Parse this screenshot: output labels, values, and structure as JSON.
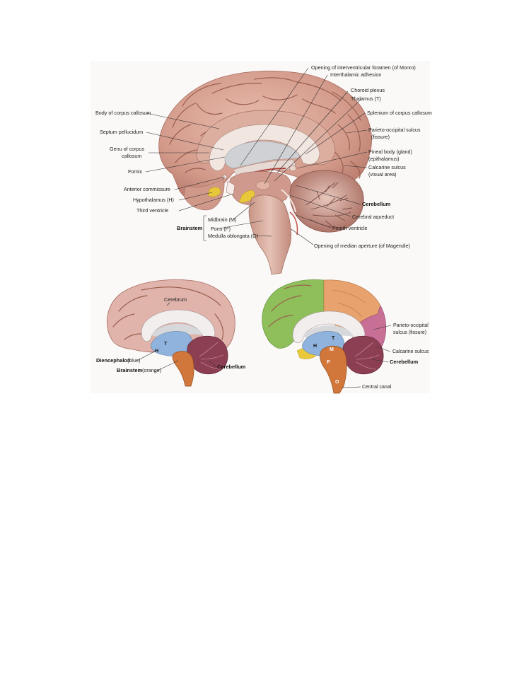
{
  "main_figure": {
    "labels": {
      "monro": "Opening of interventricular foramen (of Monro)",
      "interthalamic": "Interthalamic adhesion",
      "choroid": "Choroid plexus",
      "thalamus": "Thalamus (T)",
      "splenium": "Splenium of corpus callosum",
      "body_cc": "Body of corpus callosum",
      "septum": "Septum pellucidum",
      "genu_1": "Genu of corpus",
      "genu_2": "callosum",
      "fornix": "Fornix",
      "ant_commissure": "Anterior commissure",
      "hypothalamus": "Hypothalamus (H)",
      "third_ventricle": "Third ventricle",
      "parieto_1": "Parieto-occipital sulcus",
      "parieto_2": "(fissure)",
      "pineal_1": "Pineal body (gland)",
      "pineal_2": "(epithalamus)",
      "calcarine_1": "Calcarine sulcus",
      "calcarine_2": "(visual area)",
      "cerebellum": "Cerebellum",
      "aqueduct": "Cerebral aqueduct",
      "fourth_ventricle": "Fourth ventricle",
      "magendie": "Opening of median aperture (of Magendie)",
      "midbrain": "Midbrain (M)",
      "pons": "Pons (P)",
      "medulla": "Medulla oblongata (O)",
      "brainstem": "Brainstem"
    }
  },
  "left_figure": {
    "cerebrum": "Cerebrum",
    "diencephalon": "Diencephalon",
    "diencephalon_note": "(blue)",
    "brainstem": "Brainstem",
    "brainstem_note": "(orange)",
    "cerebellum": "Cerebellum",
    "letter_t": "T",
    "letter_h": "H"
  },
  "right_figure": {
    "parieto_1": "Parieto-occipital",
    "parieto_2": "sulcus (fissure)",
    "calcarine": "Calcarine sulcus",
    "cerebellum": "Cerebellum",
    "central_canal": "Central canal",
    "letter_t": "T",
    "letter_h": "H",
    "letter_m": "M",
    "letter_p": "P",
    "letter_o": "O"
  },
  "colors": {
    "brain_pink": "#d9a89b",
    "cerebellum_dark": "#8c3f52",
    "diencephalon_blue": "#8fb3dc",
    "brainstem_orange": "#d2773b",
    "frontal_green": "#8fbf5a",
    "parietal_orange": "#e7a26e",
    "occipital_purple": "#c86f95",
    "hypothalamus_yellow": "#e9c93a"
  }
}
